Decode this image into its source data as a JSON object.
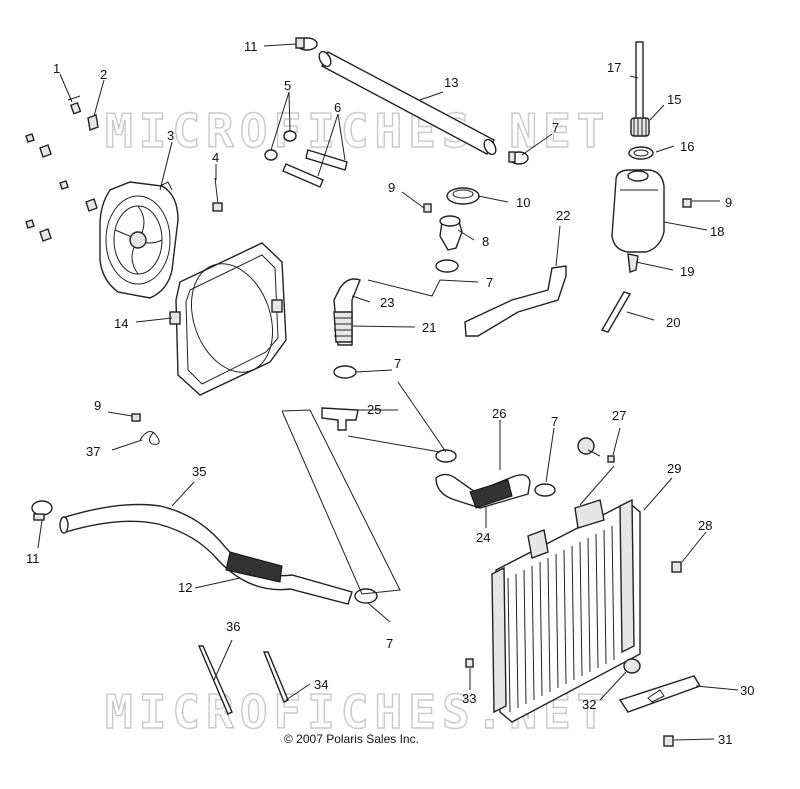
{
  "watermark": "MICROFICHES.NET",
  "copyright": "© 2007 Polaris Sales Inc.",
  "callouts": [
    {
      "id": "c1",
      "text": "1"
    },
    {
      "id": "c2",
      "text": "2"
    },
    {
      "id": "c3",
      "text": "3"
    },
    {
      "id": "c4",
      "text": "4"
    },
    {
      "id": "c5",
      "text": "5"
    },
    {
      "id": "c6",
      "text": "6"
    },
    {
      "id": "c7a",
      "text": "7"
    },
    {
      "id": "c7b",
      "text": "7"
    },
    {
      "id": "c7c",
      "text": "7"
    },
    {
      "id": "c7d",
      "text": "7"
    },
    {
      "id": "c7e",
      "text": "7"
    },
    {
      "id": "c8",
      "text": "8"
    },
    {
      "id": "c9a",
      "text": "9"
    },
    {
      "id": "c9b",
      "text": "9"
    },
    {
      "id": "c9c",
      "text": "9"
    },
    {
      "id": "c10",
      "text": "10"
    },
    {
      "id": "c11a",
      "text": "11"
    },
    {
      "id": "c11b",
      "text": "11"
    },
    {
      "id": "c12",
      "text": "12"
    },
    {
      "id": "c13",
      "text": "13"
    },
    {
      "id": "c14",
      "text": "14"
    },
    {
      "id": "c15",
      "text": "15"
    },
    {
      "id": "c16",
      "text": "16"
    },
    {
      "id": "c17",
      "text": "17"
    },
    {
      "id": "c18",
      "text": "18"
    },
    {
      "id": "c19",
      "text": "19"
    },
    {
      "id": "c20",
      "text": "20"
    },
    {
      "id": "c21",
      "text": "21"
    },
    {
      "id": "c22",
      "text": "22"
    },
    {
      "id": "c23",
      "text": "23"
    },
    {
      "id": "c24",
      "text": "24"
    },
    {
      "id": "c25",
      "text": "25"
    },
    {
      "id": "c26",
      "text": "26"
    },
    {
      "id": "c27",
      "text": "27"
    },
    {
      "id": "c28",
      "text": "28"
    },
    {
      "id": "c29",
      "text": "29"
    },
    {
      "id": "c30",
      "text": "30"
    },
    {
      "id": "c31",
      "text": "31"
    },
    {
      "id": "c32",
      "text": "32"
    },
    {
      "id": "c33",
      "text": "33"
    },
    {
      "id": "c34",
      "text": "34"
    },
    {
      "id": "c35",
      "text": "35"
    },
    {
      "id": "c36",
      "text": "36"
    },
    {
      "id": "c37",
      "text": "37"
    }
  ]
}
